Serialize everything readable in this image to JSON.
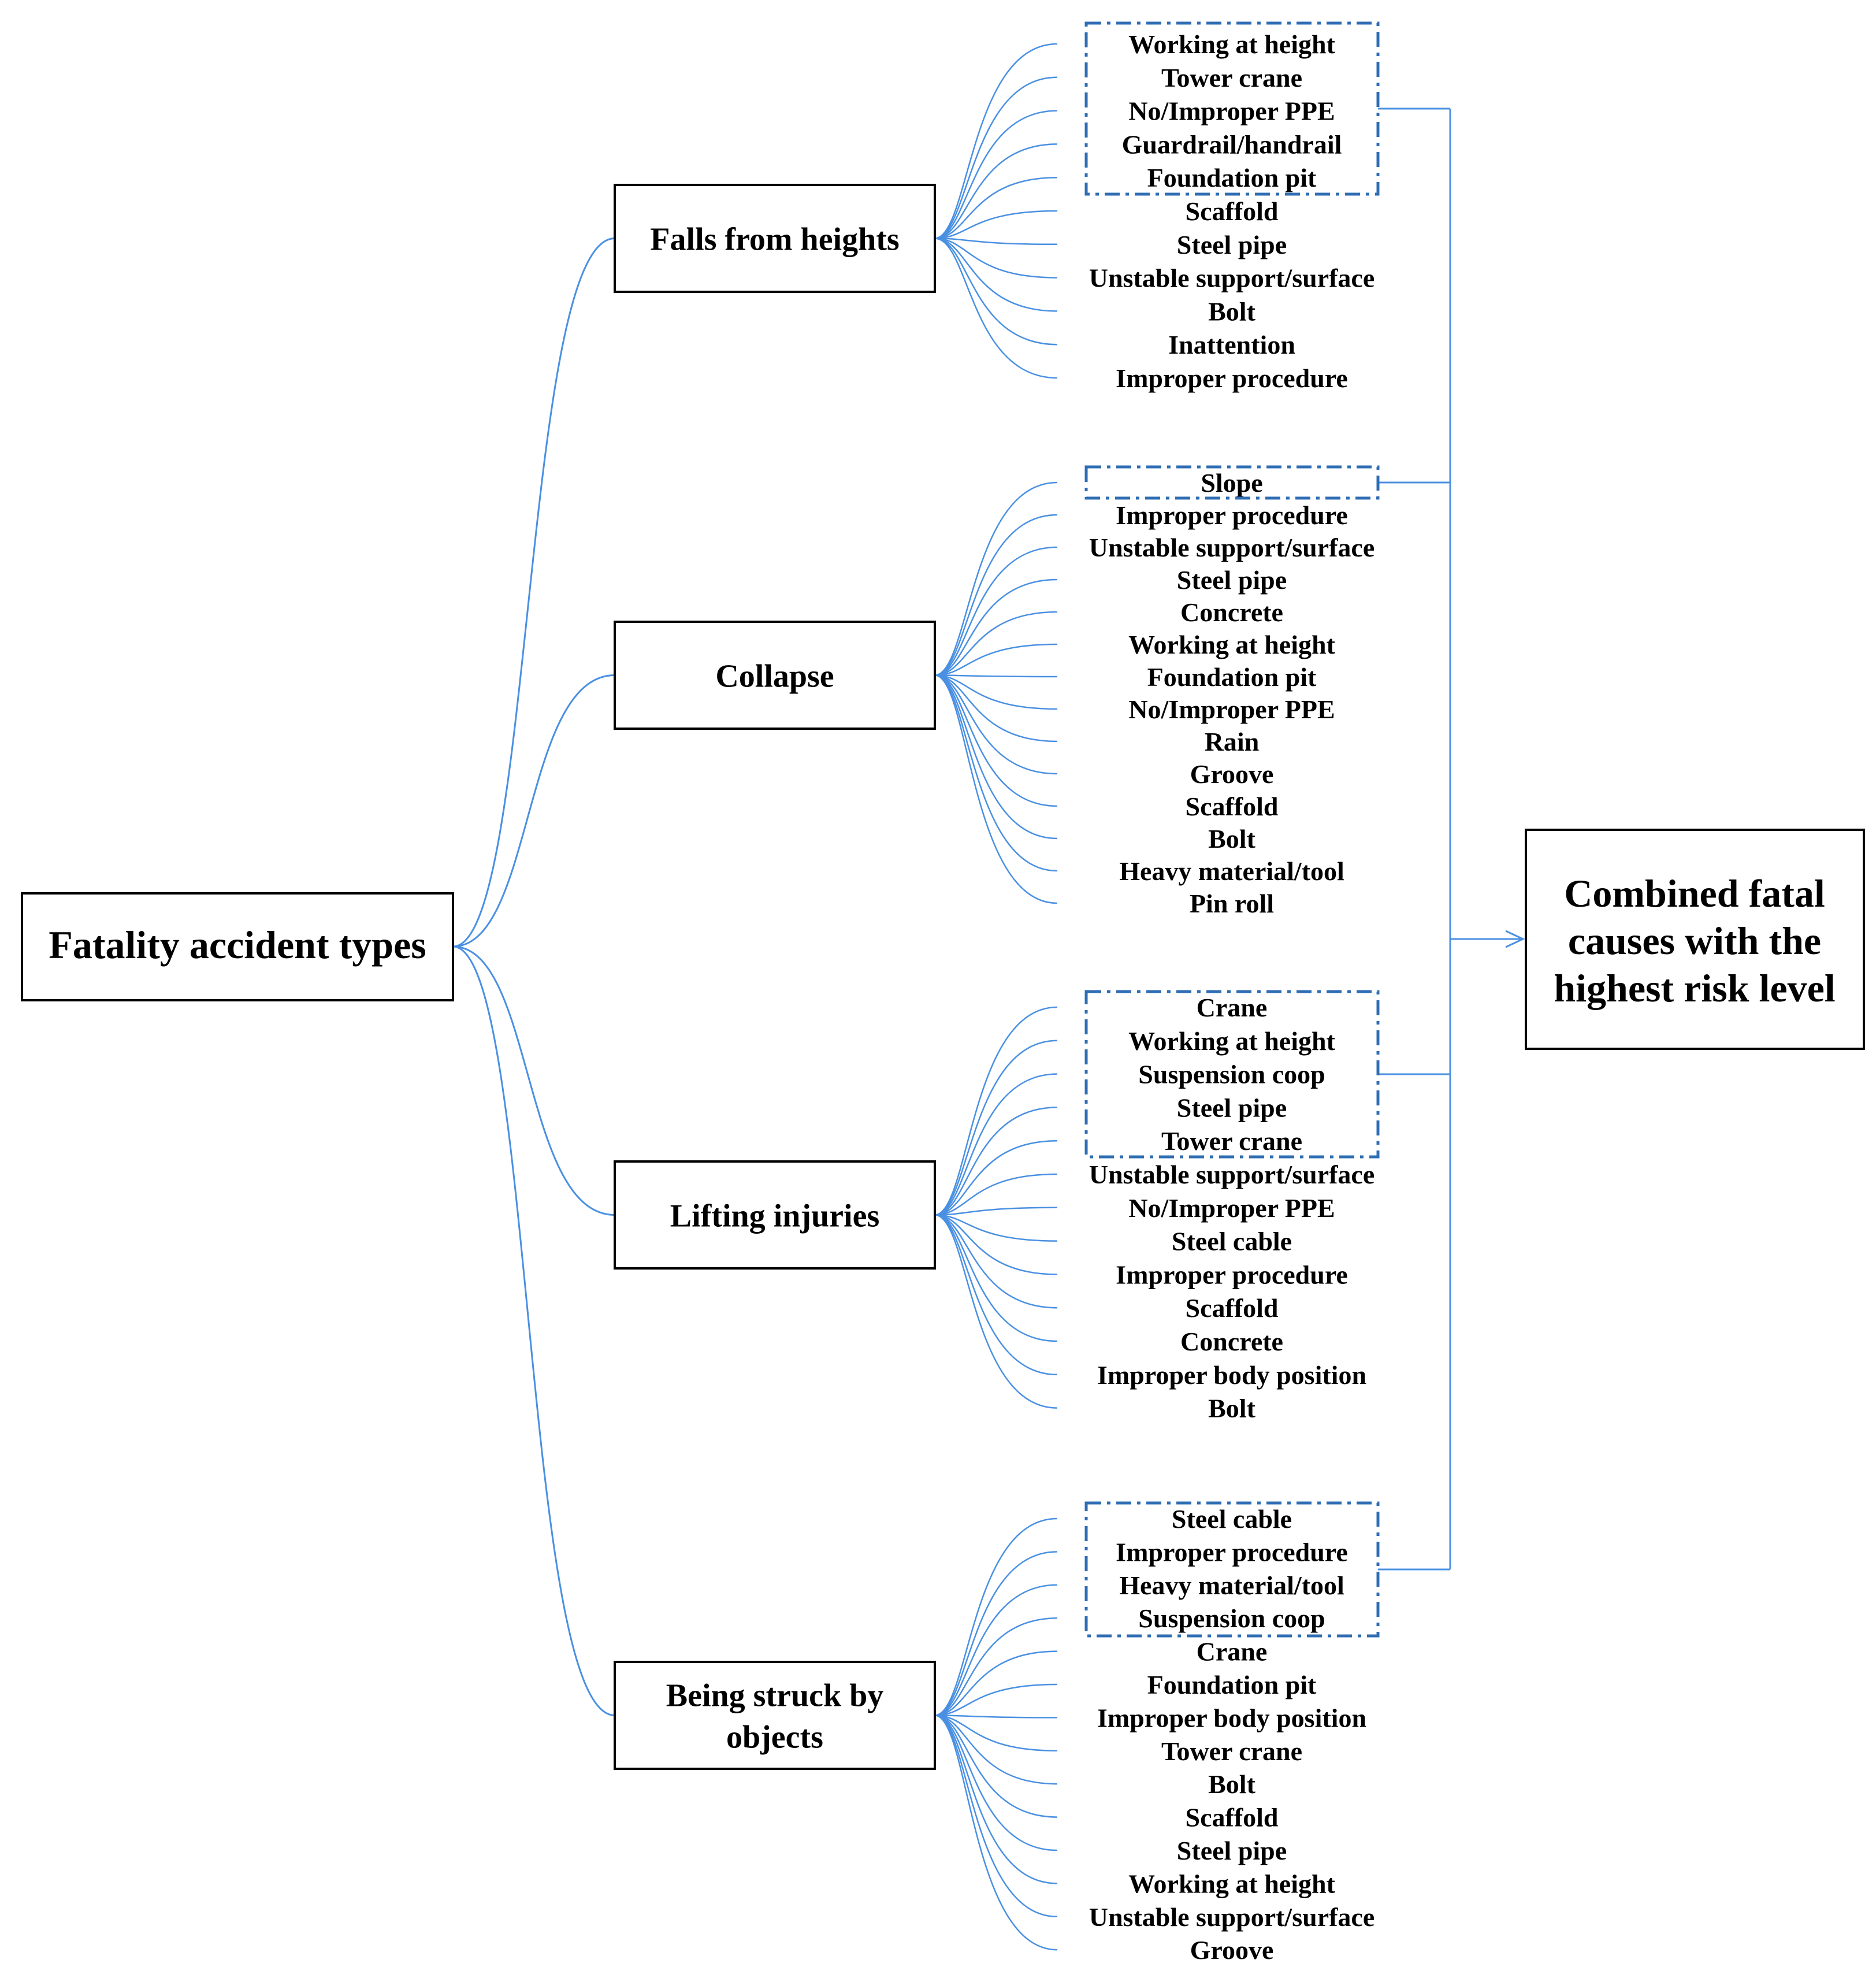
{
  "root": {
    "label": "Fatality accident types"
  },
  "result": {
    "lines": [
      "Combined fatal",
      "causes with the",
      "highest risk level"
    ]
  },
  "colors": {
    "connector": "#4A90E2",
    "dashed_box": "#2E6DB4",
    "text": "#000000",
    "box_border": "#000000"
  },
  "groups": [
    {
      "label_lines": [
        "Falls from heights"
      ],
      "highlight_count": 5,
      "causes": [
        "Working at height",
        "Tower crane",
        "No/Improper PPE",
        "Guardrail/handrail",
        "Foundation pit",
        "Scaffold",
        "Steel pipe",
        "Unstable support/surface",
        "Bolt",
        "Inattention",
        "Improper procedure"
      ]
    },
    {
      "label_lines": [
        "Collapse"
      ],
      "highlight_count": 1,
      "causes": [
        "Slope",
        "Improper procedure",
        "Unstable support/surface",
        "Steel pipe",
        "Concrete",
        "Working at height",
        "Foundation pit",
        "No/Improper PPE",
        "Rain",
        "Groove",
        "Scaffold",
        "Bolt",
        "Heavy material/tool",
        "Pin roll"
      ]
    },
    {
      "label_lines": [
        "Lifting injuries"
      ],
      "highlight_count": 5,
      "causes": [
        "Crane",
        "Working at height",
        "Suspension coop",
        "Steel pipe",
        "Tower crane",
        "Unstable support/surface",
        "No/Improper PPE",
        "Steel cable",
        "Improper procedure",
        "Scaffold",
        "Concrete",
        "Improper body position",
        "Bolt"
      ]
    },
    {
      "label_lines": [
        "Being struck by",
        "objects"
      ],
      "highlight_count": 4,
      "causes": [
        "Steel cable",
        "Improper procedure",
        "Heavy material/tool",
        "Suspension coop",
        "Crane",
        "Foundation pit",
        "Improper body position",
        "Tower crane",
        "Bolt",
        "Scaffold",
        "Steel pipe",
        "Working at height",
        "Unstable support/surface",
        "Groove"
      ]
    }
  ]
}
